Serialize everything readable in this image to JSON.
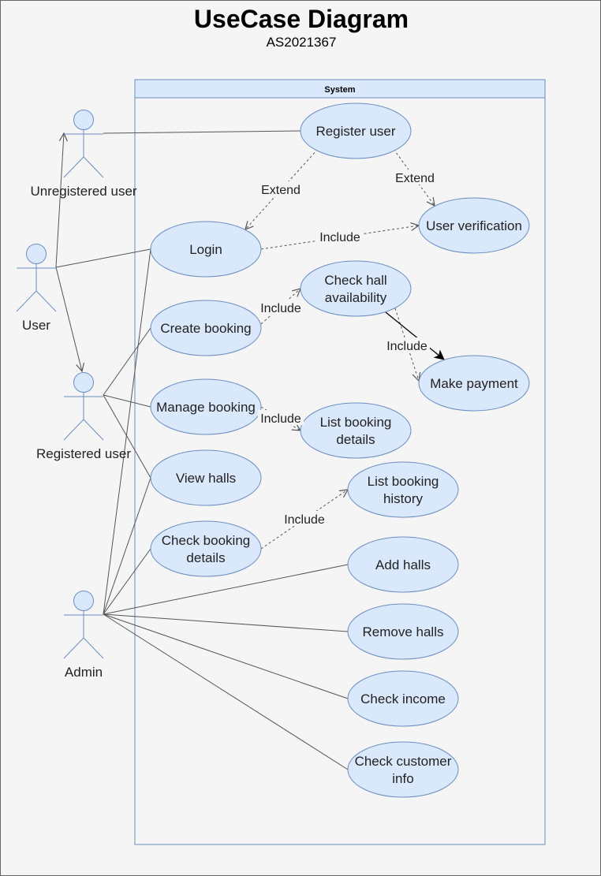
{
  "title": "UseCase Diagram",
  "subtitle": "AS2021367",
  "system_label": "System",
  "actors": [
    {
      "id": "unregistered",
      "label": "Unregistered user"
    },
    {
      "id": "user",
      "label": "User"
    },
    {
      "id": "registered",
      "label": "Registered user"
    },
    {
      "id": "admin",
      "label": "Admin"
    }
  ],
  "use_cases": [
    {
      "id": "register_user",
      "lines": [
        "Register user"
      ]
    },
    {
      "id": "user_verification",
      "lines": [
        "User verification"
      ]
    },
    {
      "id": "login",
      "lines": [
        "Login"
      ]
    },
    {
      "id": "check_hall_availability",
      "lines": [
        "Check  hall",
        "availability"
      ]
    },
    {
      "id": "create_booking",
      "lines": [
        "Create booking"
      ]
    },
    {
      "id": "make_payment",
      "lines": [
        "Make payment"
      ]
    },
    {
      "id": "manage_booking",
      "lines": [
        "Manage booking"
      ]
    },
    {
      "id": "list_booking_details",
      "lines": [
        "List booking",
        "details"
      ]
    },
    {
      "id": "view_halls",
      "lines": [
        "View halls"
      ]
    },
    {
      "id": "list_booking_history",
      "lines": [
        "List booking",
        "history"
      ]
    },
    {
      "id": "check_booking_details",
      "lines": [
        "Check booking",
        "details"
      ]
    },
    {
      "id": "add_halls",
      "lines": [
        "Add halls"
      ]
    },
    {
      "id": "remove_halls",
      "lines": [
        "Remove halls"
      ]
    },
    {
      "id": "check_income",
      "lines": [
        "Check income"
      ]
    },
    {
      "id": "check_customer_info",
      "lines": [
        "Check customer",
        "info"
      ]
    }
  ],
  "relationships": [
    {
      "type": "generalization",
      "from": "user",
      "to": "unregistered"
    },
    {
      "type": "generalization",
      "from": "user",
      "to": "registered"
    },
    {
      "type": "association",
      "from": "unregistered",
      "to": "register_user"
    },
    {
      "type": "association",
      "from": "user",
      "to": "login"
    },
    {
      "type": "association",
      "from": "registered",
      "to": "create_booking"
    },
    {
      "type": "association",
      "from": "registered",
      "to": "manage_booking"
    },
    {
      "type": "association",
      "from": "registered",
      "to": "view_halls"
    },
    {
      "type": "association",
      "from": "admin",
      "to": "login"
    },
    {
      "type": "association",
      "from": "admin",
      "to": "view_halls"
    },
    {
      "type": "association",
      "from": "admin",
      "to": "check_booking_details"
    },
    {
      "type": "association",
      "from": "admin",
      "to": "add_halls"
    },
    {
      "type": "association",
      "from": "admin",
      "to": "remove_halls"
    },
    {
      "type": "association",
      "from": "admin",
      "to": "check_income"
    },
    {
      "type": "association",
      "from": "admin",
      "to": "check_customer_info"
    },
    {
      "type": "extend",
      "label": "Extend",
      "from": "register_user",
      "to": "login"
    },
    {
      "type": "extend",
      "label": "Extend",
      "from": "register_user",
      "to": "user_verification"
    },
    {
      "type": "include",
      "label": "Include",
      "from": "login",
      "to": "user_verification"
    },
    {
      "type": "include",
      "label": "Include",
      "from": "create_booking",
      "to": "check_hall_availability"
    },
    {
      "type": "include",
      "label": "Include",
      "from": "check_hall_availability",
      "to": "make_payment"
    },
    {
      "type": "directed",
      "from": "check_hall_availability",
      "to": "make_payment"
    },
    {
      "type": "include",
      "label": "Include",
      "from": "manage_booking",
      "to": "list_booking_details"
    },
    {
      "type": "include",
      "label": "Include",
      "from": "check_booking_details",
      "to": "list_booking_history"
    }
  ],
  "colors": {
    "background": "#f5f5f5",
    "usecase_fill": "#dae8fc",
    "usecase_stroke": "#6c8ebf",
    "line": "#555555",
    "text": "#222222"
  }
}
